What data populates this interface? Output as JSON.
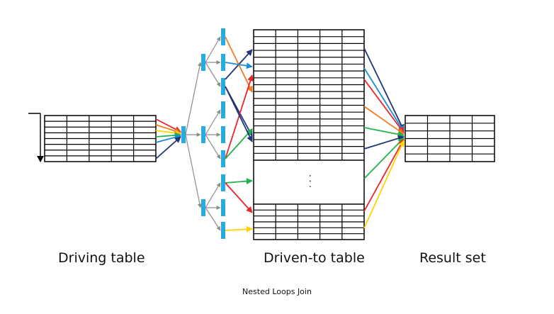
{
  "labels": {
    "driving_table": "Driving table",
    "driven_table": "Driven-to table",
    "result_set": "Result set"
  },
  "caption": "Nested Loops Join",
  "ellipsis": ". . .",
  "colors": {
    "index_block": "#29abe2",
    "grid_line": "#000000",
    "gray_arrow": "#8c8c8c",
    "red": "#e8242b",
    "orange": "#f47b20",
    "yellow": "#ffd200",
    "green": "#22b24c",
    "light_blue": "#1c8ccf",
    "navy": "#1f3476"
  },
  "tables": {
    "driving": {
      "rows": 8,
      "cols": 5
    },
    "driven_top": {
      "rows": 19,
      "cols": 5
    },
    "driven_bottom": {
      "rows": 6,
      "cols": 5
    },
    "result": {
      "rows": 6,
      "cols": 4
    }
  },
  "index_tree": {
    "root": {
      "type": "root-block"
    },
    "branches": [
      "upper",
      "middle",
      "lower"
    ],
    "leaves": 10
  },
  "arrow_colors": {
    "driving_to_index": [
      "red",
      "orange",
      "yellow",
      "green",
      "light_blue",
      "navy"
    ],
    "leaf_to_driven": [
      "navy",
      "orange",
      "light_blue",
      "navy",
      "red",
      "green",
      "navy",
      "green",
      "red",
      "yellow"
    ],
    "driven_to_result": [
      "navy",
      "light_blue",
      "red",
      "orange",
      "green",
      "navy",
      "green",
      "red",
      "yellow"
    ]
  }
}
